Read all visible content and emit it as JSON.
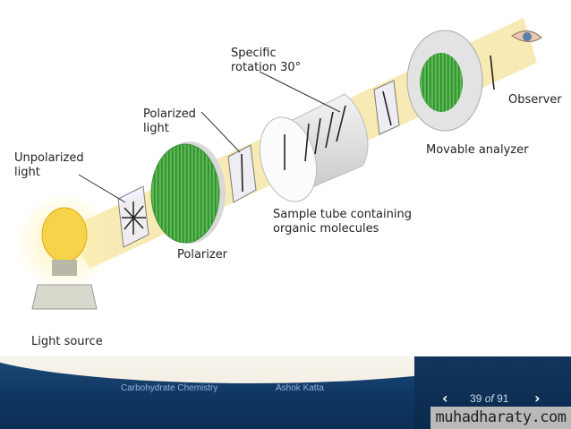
{
  "diagram": {
    "labels": {
      "specific_rotation_1": "Specific",
      "specific_rotation_2": "rotation 30°",
      "polarized_1": "Polarized",
      "polarized_2": "light",
      "unpolarized_1": "Unpolarized",
      "unpolarized_2": "light",
      "polarizer": "Polarizer",
      "sample_tube_1": "Sample tube containing",
      "sample_tube_2": "organic molecules",
      "movable_analyzer": "Movable analyzer",
      "observer": "Observer",
      "light_source": "Light source"
    }
  },
  "footer": {
    "title": "Carbohydrate Chemistry",
    "author": "Ashok Katta",
    "current_page": "39",
    "of_label": "of",
    "total_pages": "91",
    "prev_icon": "chevron-left-icon",
    "next_icon": "chevron-right-icon"
  },
  "watermark": "muhadharaty.com",
  "colors": {
    "footer_blue": "#0f3560",
    "beam": "#f6e3a0",
    "filter_green": "#4fae4a"
  }
}
